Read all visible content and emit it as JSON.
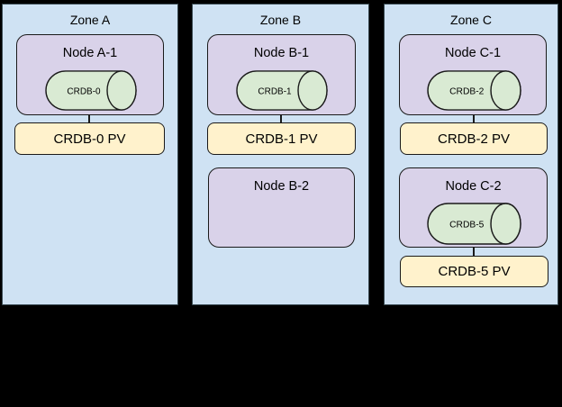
{
  "colors": {
    "background": "#000000",
    "zone_fill": "#cfe2f3",
    "zone_border": "#37474f",
    "node_fill": "#d9d2e9",
    "cylinder_fill": "#d9ead3",
    "pv_fill": "#fff2cc",
    "shape_border": "#1a1a1a",
    "text": "#000000"
  },
  "zones": [
    {
      "label": "Zone A",
      "nodes": [
        {
          "label": "Node A-1",
          "pod": "CRDB-0",
          "pv": "CRDB-0 PV"
        }
      ]
    },
    {
      "label": "Zone B",
      "nodes": [
        {
          "label": "Node B-1",
          "pod": "CRDB-1",
          "pv": "CRDB-1 PV"
        },
        {
          "label": "Node B-2"
        }
      ]
    },
    {
      "label": "Zone C",
      "nodes": [
        {
          "label": "Node C-1",
          "pod": "CRDB-2",
          "pv": "CRDB-2 PV"
        },
        {
          "label": "Node C-2",
          "pod": "CRDB-5",
          "pv": "CRDB-5 PV"
        }
      ]
    }
  ]
}
